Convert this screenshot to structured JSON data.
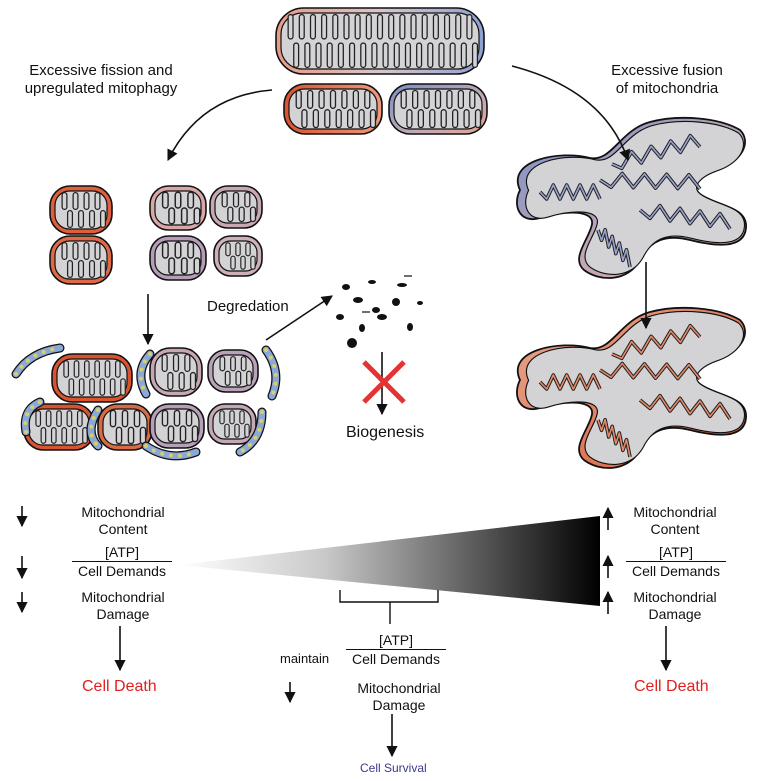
{
  "labels": {
    "fission": [
      "Excessive fission and",
      "upregulated mitophagy"
    ],
    "fusion": [
      "Excessive fusion",
      "of mitochondria"
    ],
    "degradation": "Degredation",
    "biogenesis": "Biogenesis",
    "left_content": [
      "Mitochondrial",
      "Content"
    ],
    "left_atp_num": "[ATP]",
    "left_atp_den": "Cell Demands",
    "left_damage": [
      "Mitochondrial",
      "Damage"
    ],
    "left_death": "Cell Death",
    "right_content": [
      "Mitochondrial",
      "Content"
    ],
    "right_atp_num": "[ATP]",
    "right_atp_den": "Cell Demands",
    "right_damage": [
      "Mitochondrial",
      "Damage"
    ],
    "right_death": "Cell Death",
    "maintain": "maintain",
    "mid_atp_num": "[ATP]",
    "mid_atp_den": "Cell Demands",
    "mid_damage": [
      "Mitochondrial",
      "Damage"
    ],
    "survival": "Cell Survival"
  },
  "colors": {
    "death": "#e02020",
    "survival": "#3a3a8c",
    "cross": "#e33333",
    "red_mito": "#e07050",
    "blue_mito": "#7f95c9",
    "matrix": "#d3d3d6",
    "phagophore": "#8aa8d8",
    "phago_dots": "#d8cf6a"
  }
}
